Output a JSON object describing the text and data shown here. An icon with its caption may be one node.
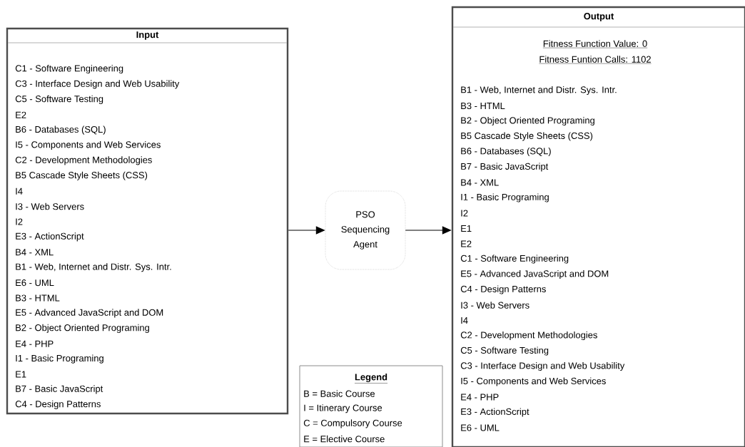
{
  "diagram": {
    "nodes": [
      {
        "text": [
          "Input",
          "C1 - Software Engineering",
          "C3 - Interface Design and Web Usability",
          "C5 - Software Testing",
          "E2",
          "B6 - Databases (SQL)",
          "I5 - Components and Web Services",
          "C2 - Development Methodologies",
          "B5 Cascade Style Sheets (CSS)",
          "I4",
          "I3 - Web Servers",
          "I2",
          "E3 - ActionScript",
          "B4 - XML",
          "B1 - Web, Internet and Distr. Sys. Intr.",
          "E6 - UML",
          "B3 - HTML",
          "E5 - Advanced JavaScript and DOM",
          "B2 - Object Oriented Programing",
          "E4 - PHP",
          "I1 - Basic Programing",
          "E1",
          "B7 - Basic JavaScript",
          "C4 - Design Patterns"
        ]
      },
      {
        "text": [
          "PSO Sequencing Agent"
        ]
      },
      {
        "text": [
          "Output",
          "Fitness Function Value: 0",
          "Fitness Funtion Calls: 1102",
          "B1 - Web, Internet and Distr. Sys. Intr.",
          "B3 - HTML",
          "B2 - Object Oriented Programing",
          "B5 Cascade Style Sheets (CSS)",
          "B6 - Databases (SQL)",
          "B7 - Basic JavaScript",
          "B4 - XML",
          "I1 - Basic Programing",
          "I2",
          "E1",
          "E2",
          "C1 - Software Engineering",
          "E5 - Advanced JavaScript and DOM",
          "C4 - Design Patterns",
          "I3 - Web Servers",
          "I4",
          "C2 - Development Methodologies",
          "C5 - Software Testing",
          "C3 - Interface Design and Web Usability",
          "I5 - Components and Web Services",
          "E4 - PHP",
          "E3 - ActionScript",
          "E6 - UML"
        ]
      },
      {
        "text": [
          "Legend",
          "B = Basic Course",
          "I = Itinerary Course",
          "C = Compulsory Course",
          "E = Elective Course"
        ]
      }
    ],
    "edges": [
      {
        "from": 0,
        "to": 1,
        "arrow": "to"
      },
      {
        "from": 1,
        "to": 2,
        "arrow": "to"
      }
    ]
  }
}
